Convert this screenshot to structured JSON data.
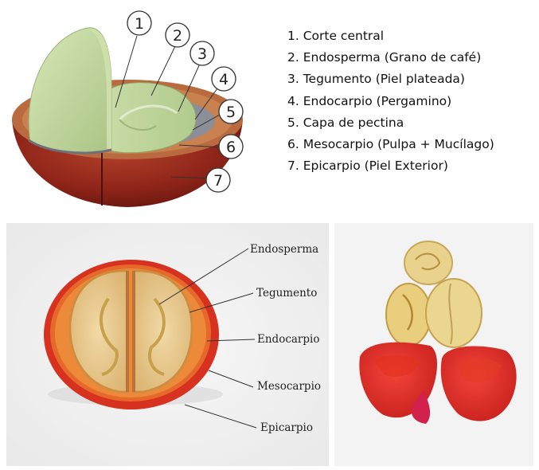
{
  "diagram": {
    "callouts": [
      "1",
      "2",
      "3",
      "4",
      "5",
      "6",
      "7"
    ],
    "legend": [
      "1. Corte central",
      "2. Endosperma (Grano de café)",
      "3. Tegumento (Piel plateada)",
      "4. Endocarpio (Pergamino)",
      "5. Capa de pectina",
      "6. Mesocarpio (Pulpa + Mucílago)",
      "7. Epicarpio (Piel Exterior)"
    ]
  },
  "photo": {
    "labels": [
      "Endosperma",
      "Tegumento",
      "Endocarpio",
      "Mesocarpio",
      "Epicarpio"
    ]
  },
  "colors": {
    "epicarp": "#c8341f",
    "mesocarp": "#b5472c",
    "bean_green": "#bcd39a",
    "bean_yellow": "#e8d28c"
  }
}
